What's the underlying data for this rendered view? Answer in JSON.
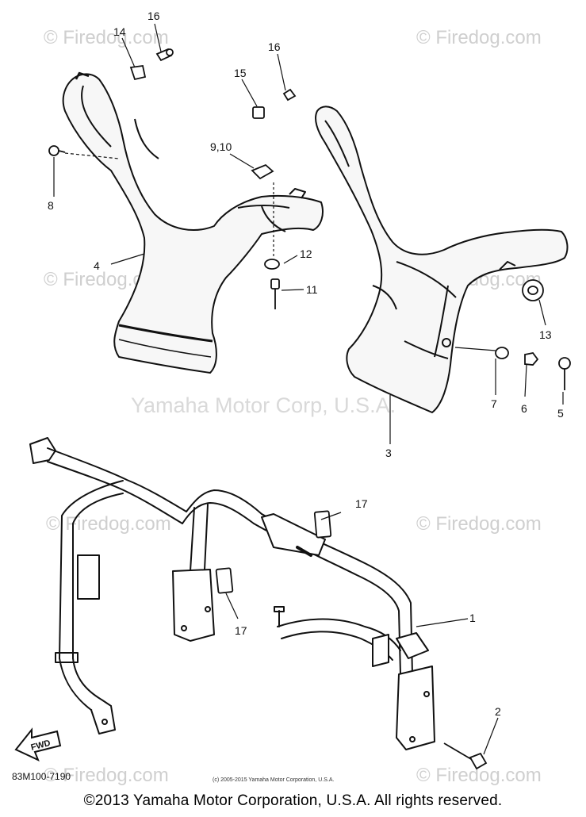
{
  "watermark": {
    "brand": "© Firedog.com",
    "company": "Yamaha Motor Corp, U.S.A."
  },
  "callouts": {
    "c1": "1",
    "c2": "2",
    "c3": "3",
    "c4": "4",
    "c5": "5",
    "c6": "6",
    "c7": "7",
    "c8": "8",
    "c9_10": "9,10",
    "c11": "11",
    "c12": "12",
    "c13": "13",
    "c14": "14",
    "c15": "15",
    "c16a": "16",
    "c16b": "16",
    "c17a": "17",
    "c17b": "17"
  },
  "fwd_label": "FWD",
  "part_code": "83M100-7190",
  "small_copyright": "(c) 2005-2015 Yamaha Motor Corporation, U.S.A.",
  "footer": "©2013 Yamaha Motor Corporation, U.S.A. All rights reserved."
}
